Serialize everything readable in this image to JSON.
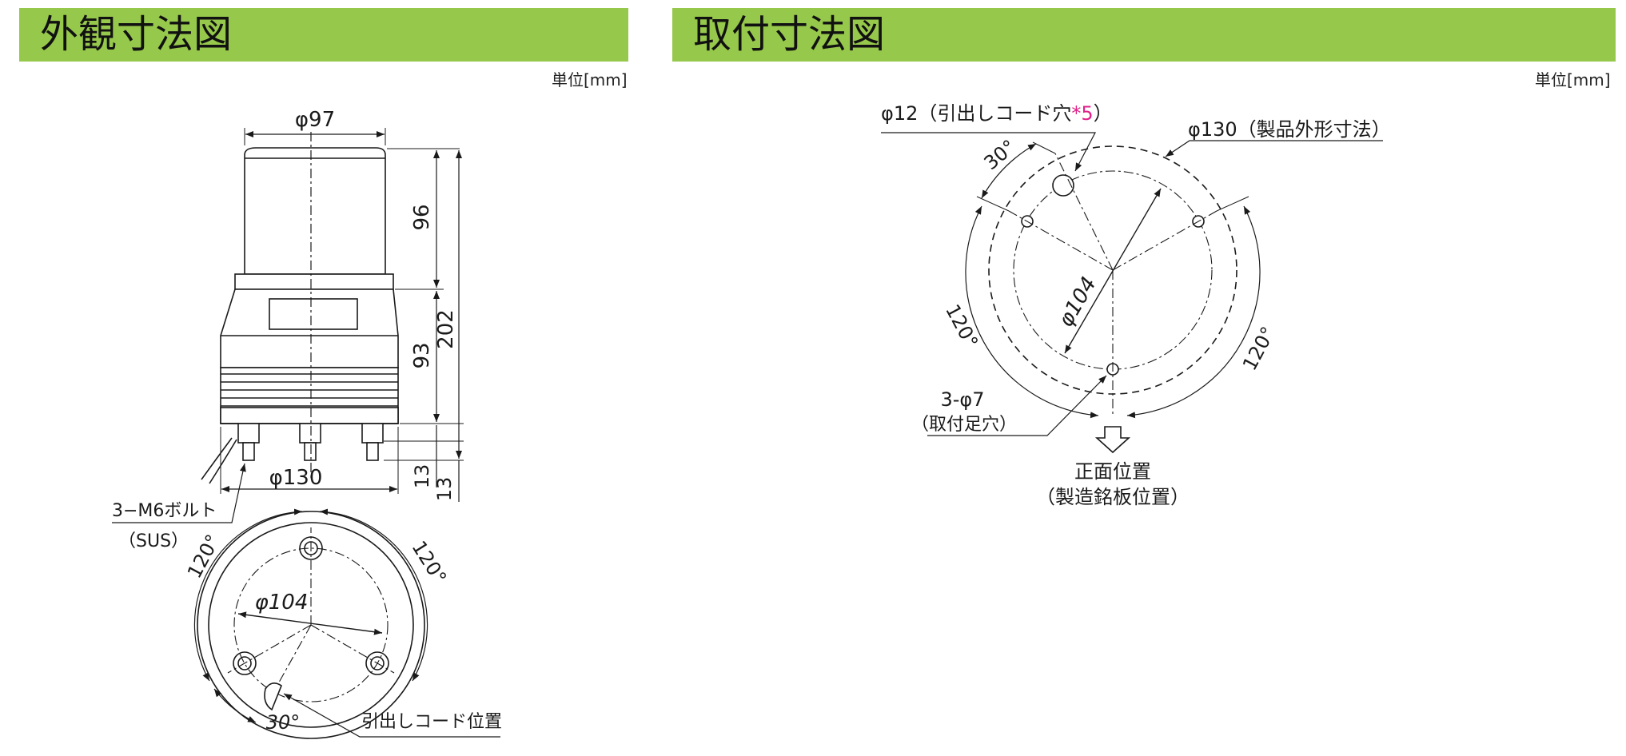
{
  "left": {
    "title": "外観寸法図",
    "unit": "単位[mm]",
    "dims": {
      "top_dia": "φ97",
      "h_top": "96",
      "h_mid": "93",
      "h_total": "202",
      "h_b1": "13",
      "h_b2": "13",
      "base_dia": "φ130",
      "bolt": "3−M6ボルト",
      "bolt_mat": "（SUS）",
      "pcd": "φ104",
      "ang_left": "120°",
      "ang_right": "120°",
      "ang_bottom": "30°",
      "cord_pos": "引出しコード位置"
    }
  },
  "right": {
    "title": "取付寸法図",
    "unit": "単位[mm]",
    "dims": {
      "hole_label": "φ12（引出しコード穴",
      "hole_note": "*5",
      "hole_close": "）",
      "outer_dia": "φ130（製品外形寸法）",
      "ang_30": "30°",
      "pcd": "φ104",
      "ang_left": "120°",
      "ang_right": "120°",
      "mount_holes": "3-φ7",
      "mount_sub": "（取付足穴）",
      "front": "正面位置",
      "front_sub": "（製造銘板位置）"
    },
    "note_color": "#e0208a"
  },
  "colors": {
    "header": "#96c84b"
  }
}
